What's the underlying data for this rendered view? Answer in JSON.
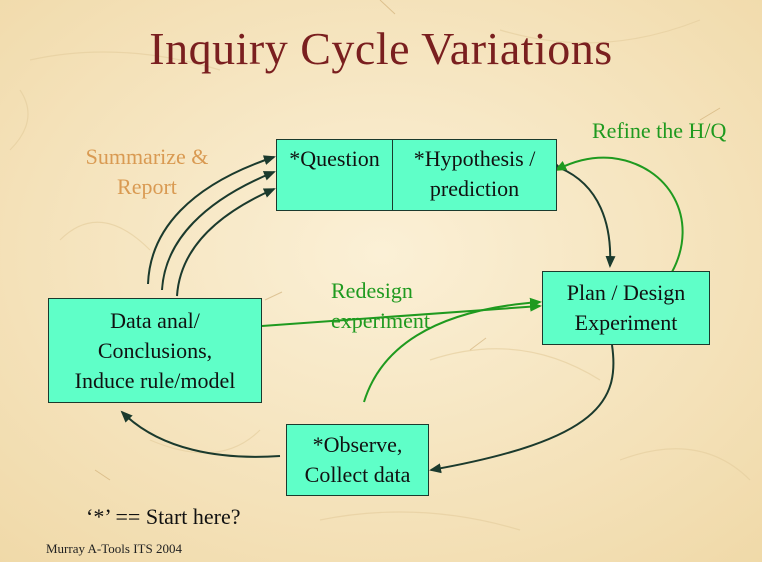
{
  "title": "Inquiry Cycle Variations",
  "boxes": {
    "question": "*Question",
    "hypothesis_line1": "*Hypothesis /",
    "hypothesis_line2": "prediction",
    "plan_line1": "Plan / Design",
    "plan_line2": "Experiment",
    "observe_line1": "*Observe,",
    "observe_line2": "Collect data",
    "data_line1": "Data anal/",
    "data_line2": "Conclusions,",
    "data_line3": "Induce rule/model"
  },
  "labels": {
    "summarize_line1": "Summarize &",
    "summarize_line2": "Report",
    "refine": "Refine the H/Q",
    "redesign_line1": "Redesign",
    "redesign_line2": "experiment"
  },
  "note": "‘*’ == Start here?",
  "footer": "Murray A-Tools ITS 2004",
  "colors": {
    "title": "#7a1f1f",
    "box_fill": "#5fffc8",
    "green_label": "#1f9a1f",
    "orange_label": "#d99a52",
    "arrow_dark": "#1b3a2d",
    "arrow_green": "#1f9a1f"
  }
}
